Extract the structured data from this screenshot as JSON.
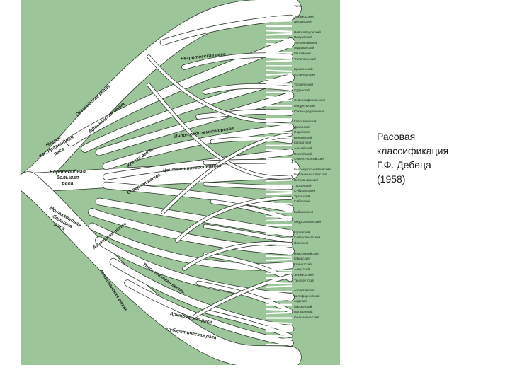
{
  "caption": {
    "lines": [
      "Расовая",
      "классификация",
      "Г.Ф. Дебеца",
      "(1958)"
    ]
  },
  "diagram": {
    "trunk_labels": [
      {
        "text": "Негро-\nавстралоидная\nраса",
        "rotate": -30
      },
      {
        "text": "Европеоидная\nбольшая\nраса",
        "rotate": 0
      },
      {
        "text": "Монголоидная\nбольшая\nраса",
        "rotate": 30
      }
    ],
    "branch_labels": [
      {
        "text": "Океанийская ветвь",
        "rotate": -42
      },
      {
        "text": "Африканская ветвь",
        "rotate": -40
      },
      {
        "text": "Негритосская раса",
        "rotate": -6
      },
      {
        "text": "Южная ветвь",
        "rotate": -35
      },
      {
        "text": "Северная ветвь",
        "rotate": -30
      },
      {
        "text": "Центральноевропейская",
        "rotate": -5
      },
      {
        "text": "Азиатская ветвь",
        "rotate": -38
      },
      {
        "text": "Американская ветвь",
        "rotate": 58
      },
      {
        "text": "Тихоокеанская ветвь",
        "rotate": 35
      },
      {
        "text": "Индо-средиземноморская",
        "rotate": -8
      },
      {
        "text": "Арктическая раса",
        "rotate": 12
      },
      {
        "text": "Субарктическая раса",
        "rotate": 10
      }
    ],
    "right_labels": [
      "Типы",
      "Эскимосский",
      "Дескинский",
      "Новокаледонский",
      "Папуасский",
      "Меланезийский",
      "Андаманский",
      "Малайский",
      "Филиппинский",
      "Бушменский",
      "Готтентотский",
      "Тропический",
      "Суданский",
      "Североафриканский",
      "Гиндукушский",
      "Южно-средиземный",
      "Кавказионский",
      "Динарский",
      "Норийский",
      "Вендийский",
      "Карпатский",
      "Альпийский",
      "Понтийский",
      "Северо-понтийский",
      "Беломорско-балтийский",
      "Восточно-балтийский",
      "Ветров-камский",
      "Тарханский",
      "Субуральский",
      "Уральский",
      "Сибирский",
      "Байкальский",
      "Амурсахалинский",
      "Корейский",
      "Североазиатский",
      "Японский",
      "Новогвинейский",
      "Гавайский",
      "Камчатский",
      "Алеутский",
      "Эскимосский",
      "Тинехеутский",
      "Атлантийский",
      "Калифорнийский",
      "Андский",
      "Амазонский",
      "Патагонский",
      "Огнеземельский"
    ]
  }
}
